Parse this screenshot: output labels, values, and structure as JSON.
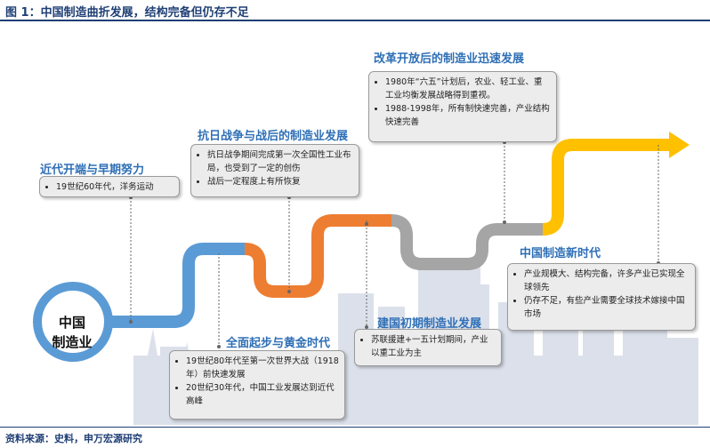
{
  "title": "图 1：中国制造曲折发展，结构完备但仍存不足",
  "source": "资料来源：史料，申万宏源研究",
  "circle_label_line1": "中国",
  "circle_label_line2": "制造业",
  "stages": [
    {
      "heading": "近代开端与早期努力",
      "color": "#5b9bd5",
      "bullets": [
        "19世纪60年代，洋务运动"
      ]
    },
    {
      "heading": "全面起步与黄金时代",
      "color": "#5b9bd5",
      "bullets": [
        "19世纪80年代至第一次世界大战（1918年）前快速发展",
        "20世纪30年代，中国工业发展达到近代高峰"
      ]
    },
    {
      "heading": "抗日战争与战后的制造业发展",
      "color": "#ed7d31",
      "bullets": [
        "抗日战争期间完成第一次全国性工业布局，也受到了一定的创伤",
        "战后一定程度上有所恢复"
      ]
    },
    {
      "heading": "建国初期制造业发展",
      "color": "#ed7d31",
      "bullets": [
        "苏联援建+一五计划期间，产业以重工业为主"
      ]
    },
    {
      "heading": "改革开放后的制造业迅速发展",
      "color": "#a5a5a5",
      "bullets": [
        "1980年“六五”计划后，农业、轻工业、重工业均衡发展战略得到重视。",
        "1988-1998年，所有制快速完善，产业结构快速完善"
      ]
    },
    {
      "heading": "中国制造新时代",
      "color": "#ffc000",
      "bullets": [
        "产业规模大、结构完备，许多产业已实现全球领先",
        "仍存不足，有些产业需要全球技术嫁接中国市场"
      ]
    }
  ]
}
